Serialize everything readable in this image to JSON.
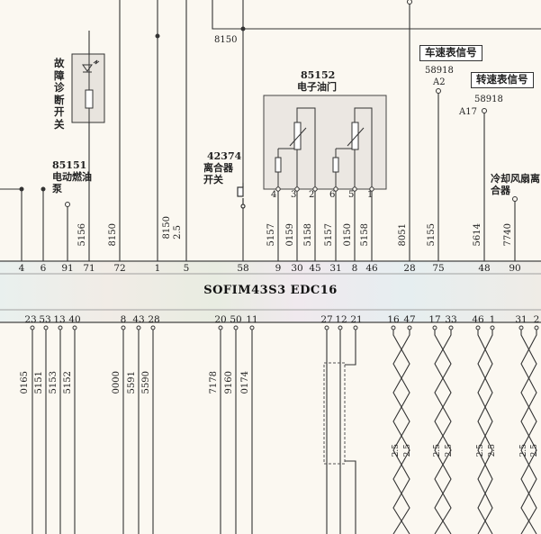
{
  "ecu": {
    "name": "SOFIM43S3 EDC16"
  },
  "top_pins": [
    "4",
    "6",
    "91",
    "71",
    "72",
    "1",
    "5",
    "58",
    "9",
    "30",
    "45",
    "31",
    "8",
    "46",
    "28",
    "75",
    "48",
    "90"
  ],
  "bottom_pins": [
    "23",
    "53",
    "13",
    "40",
    "8",
    "43",
    "28",
    "20",
    "50",
    "11",
    "27",
    "12",
    "21",
    "16",
    "47",
    "17",
    "33",
    "46",
    "1",
    "31",
    "2"
  ],
  "components": {
    "fault_switch": {
      "label": "故障诊断开关"
    },
    "fuel_pump": {
      "code": "85151",
      "label": "电动燃油泵"
    },
    "clutch_switch": {
      "code": "42374",
      "label": "离合器开关"
    },
    "throttle": {
      "code": "85152",
      "label": "电子油门",
      "pins": [
        "4",
        "3",
        "2",
        "6",
        "5",
        "1"
      ]
    },
    "speed_signal": {
      "label": "车速表信号",
      "code": "58918",
      "pin": "A2"
    },
    "rpm_signal": {
      "label": "转速表信号",
      "code": "58918",
      "pin": "A17"
    },
    "fan_clutch": {
      "label": "冷却风扇离合器"
    }
  },
  "wires_top": {
    "w8150_top": "8150",
    "w5156": "5156",
    "w8150": "8150",
    "w8150b": "8150",
    "w25": "2.5",
    "w5157": "5157",
    "w0159": "0159",
    "w5158": "5158",
    "w5157b": "5157",
    "w0150": "0150",
    "w5158b": "5158",
    "w8051": "8051",
    "w5155": "5155",
    "w5614": "5614",
    "w7740": "7740"
  },
  "wires_bottom": {
    "w0165": "0165",
    "w5151": "5151",
    "w5153": "5153",
    "w5152": "5152",
    "w0000": "0000",
    "w5591": "5591",
    "w5590": "5590",
    "w7178": "7178",
    "w9160": "9160",
    "w0174": "0174",
    "t1": "2.5",
    "t2": "2.5",
    "t3": "2.5",
    "t4": "2.5",
    "t5": "2.5",
    "t6": "2.5",
    "t7": "2.5",
    "t8": "2.5"
  }
}
